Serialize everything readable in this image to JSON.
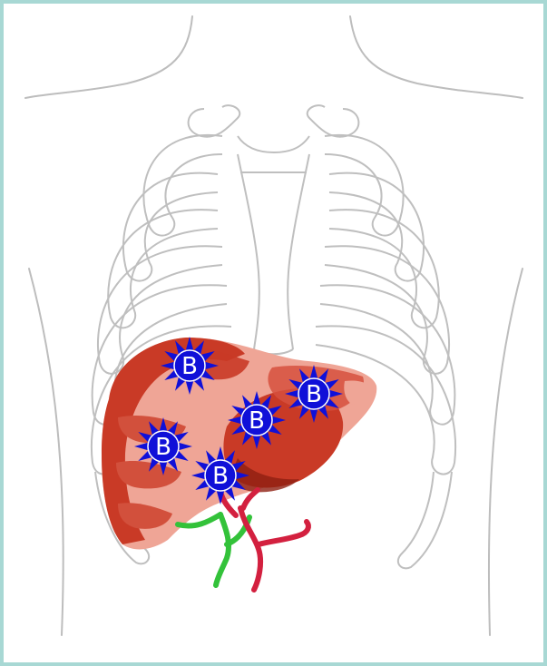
{
  "colors": {
    "frame": "#a8d8d4",
    "outline": "#bdbdbd",
    "liver_dark": "#c93a26",
    "liver_light": "#efa596",
    "liver_shadow": "#8f1f12",
    "artery": "#d3203f",
    "bile_duct": "#33c23a",
    "marker_fill": "#1010d8",
    "marker_text": "#ffffff"
  },
  "icons": {
    "marker": "blue-starburst-icon"
  },
  "markers": [
    {
      "label": "B"
    },
    {
      "label": "B"
    },
    {
      "label": "B"
    },
    {
      "label": "B"
    },
    {
      "label": "B"
    }
  ]
}
